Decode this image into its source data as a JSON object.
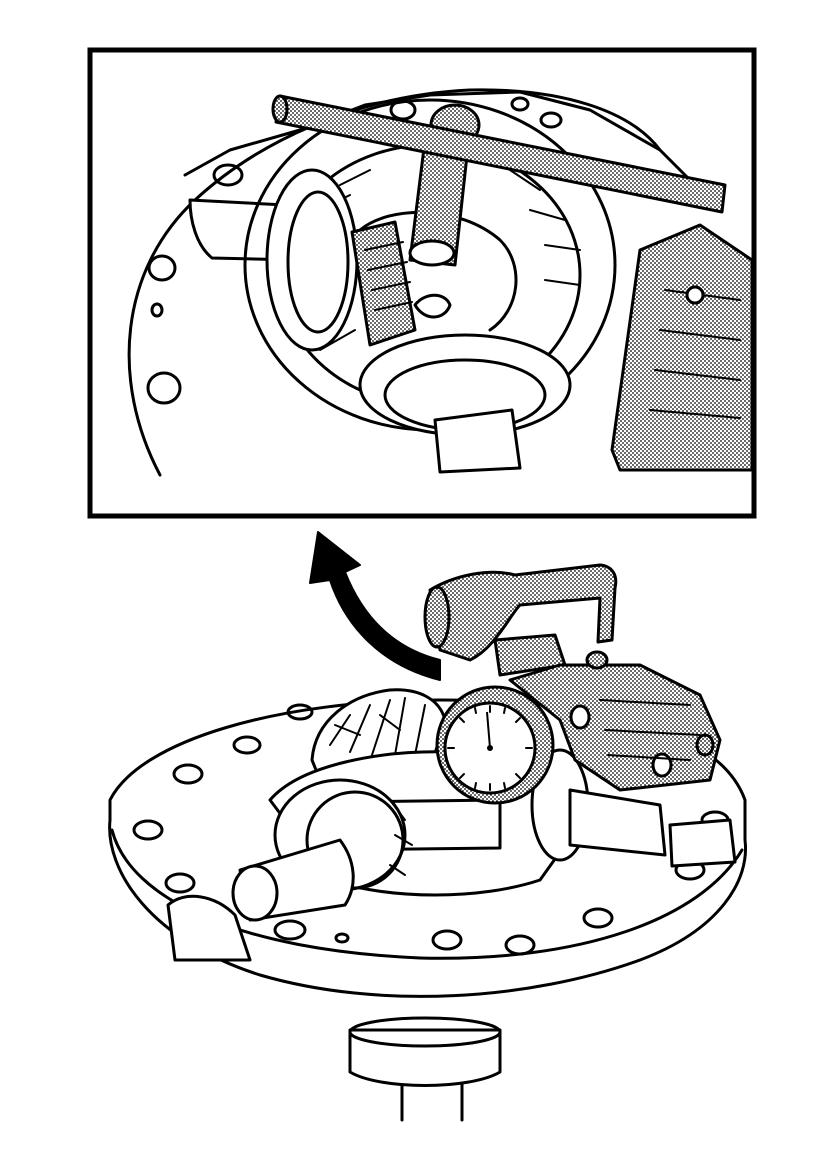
{
  "figure": {
    "kind": "technical-line-illustration",
    "caption": "",
    "detail_inset": {
      "border": "thick-black-frame"
    },
    "callout_arrow": {
      "direction": "from-main-view-to-detail-inset"
    },
    "colors": {
      "ink": "#000000",
      "paper": "#ffffff",
      "stipple": "#9a9a9a"
    }
  }
}
